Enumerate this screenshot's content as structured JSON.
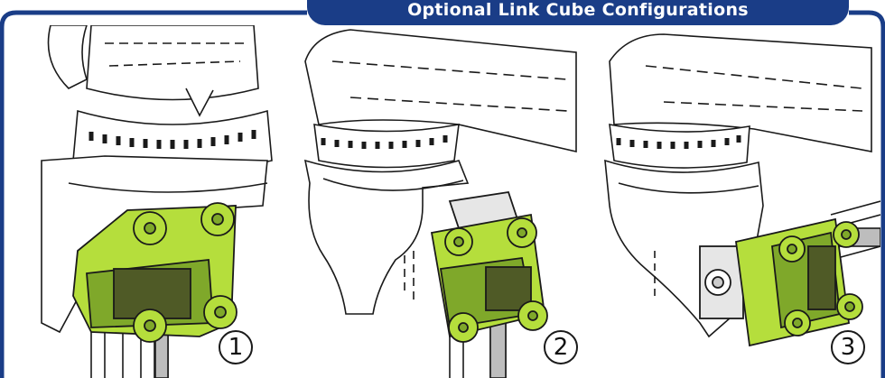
{
  "title": "Optional Link Cube Configurations",
  "colors": {
    "frame": "#1a3d87",
    "cube_green": "#b5de3c",
    "cube_green_dark": "#7fa82a",
    "cube_shadow": "#4f5a26",
    "line": "#1a1a1a",
    "background": "#ffffff"
  },
  "configurations": [
    {
      "number": "1"
    },
    {
      "number": "2"
    },
    {
      "number": "3"
    }
  ]
}
